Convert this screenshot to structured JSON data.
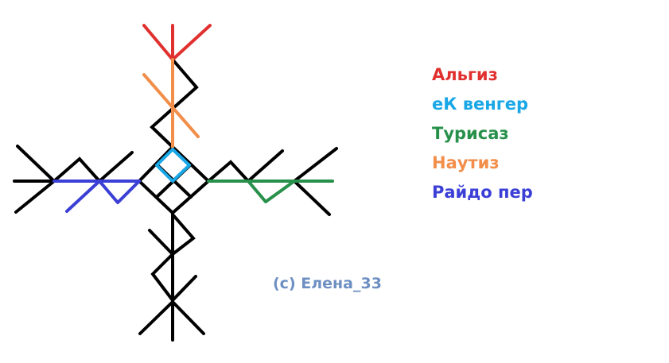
{
  "legend": {
    "items": [
      {
        "rune": "algiz",
        "label": "Альгиз",
        "color": "#e0302f"
      },
      {
        "rune": "ek",
        "label": "еК венгер",
        "color": "#19a7e6"
      },
      {
        "rune": "turisaz",
        "label": "Турисаз",
        "color": "#27904a"
      },
      {
        "rune": "nautiz",
        "label": "Наутиз",
        "color": "#f28e4a"
      },
      {
        "rune": "raido",
        "label": "Райдо пер",
        "color": "#3b3fd6"
      }
    ]
  },
  "copyright": {
    "text": "(c) Елена_33",
    "color": "#6d8fc2"
  },
  "strokes": {
    "base": "#000000"
  }
}
